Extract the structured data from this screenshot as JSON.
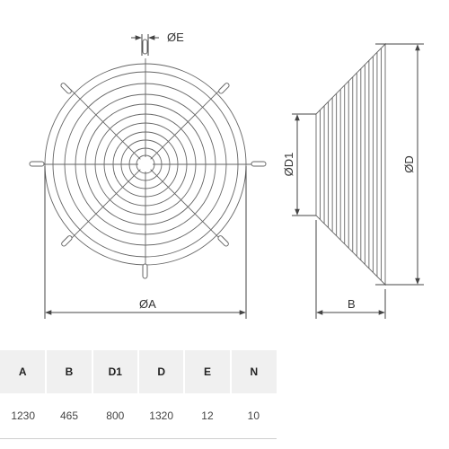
{
  "labels": {
    "dim_e": "ØE",
    "dim_a": "ØA",
    "dim_d1": "ØD1",
    "dim_d": "ØD",
    "dim_b": "B"
  },
  "table": {
    "headers": [
      "A",
      "B",
      "D1",
      "D",
      "E",
      "N"
    ],
    "values": [
      "1230",
      "465",
      "800",
      "1320",
      "12",
      "10"
    ]
  },
  "colors": {
    "line": "#555555",
    "header_bg": "#f0f0f0",
    "row_border": "#cfcfcf"
  }
}
